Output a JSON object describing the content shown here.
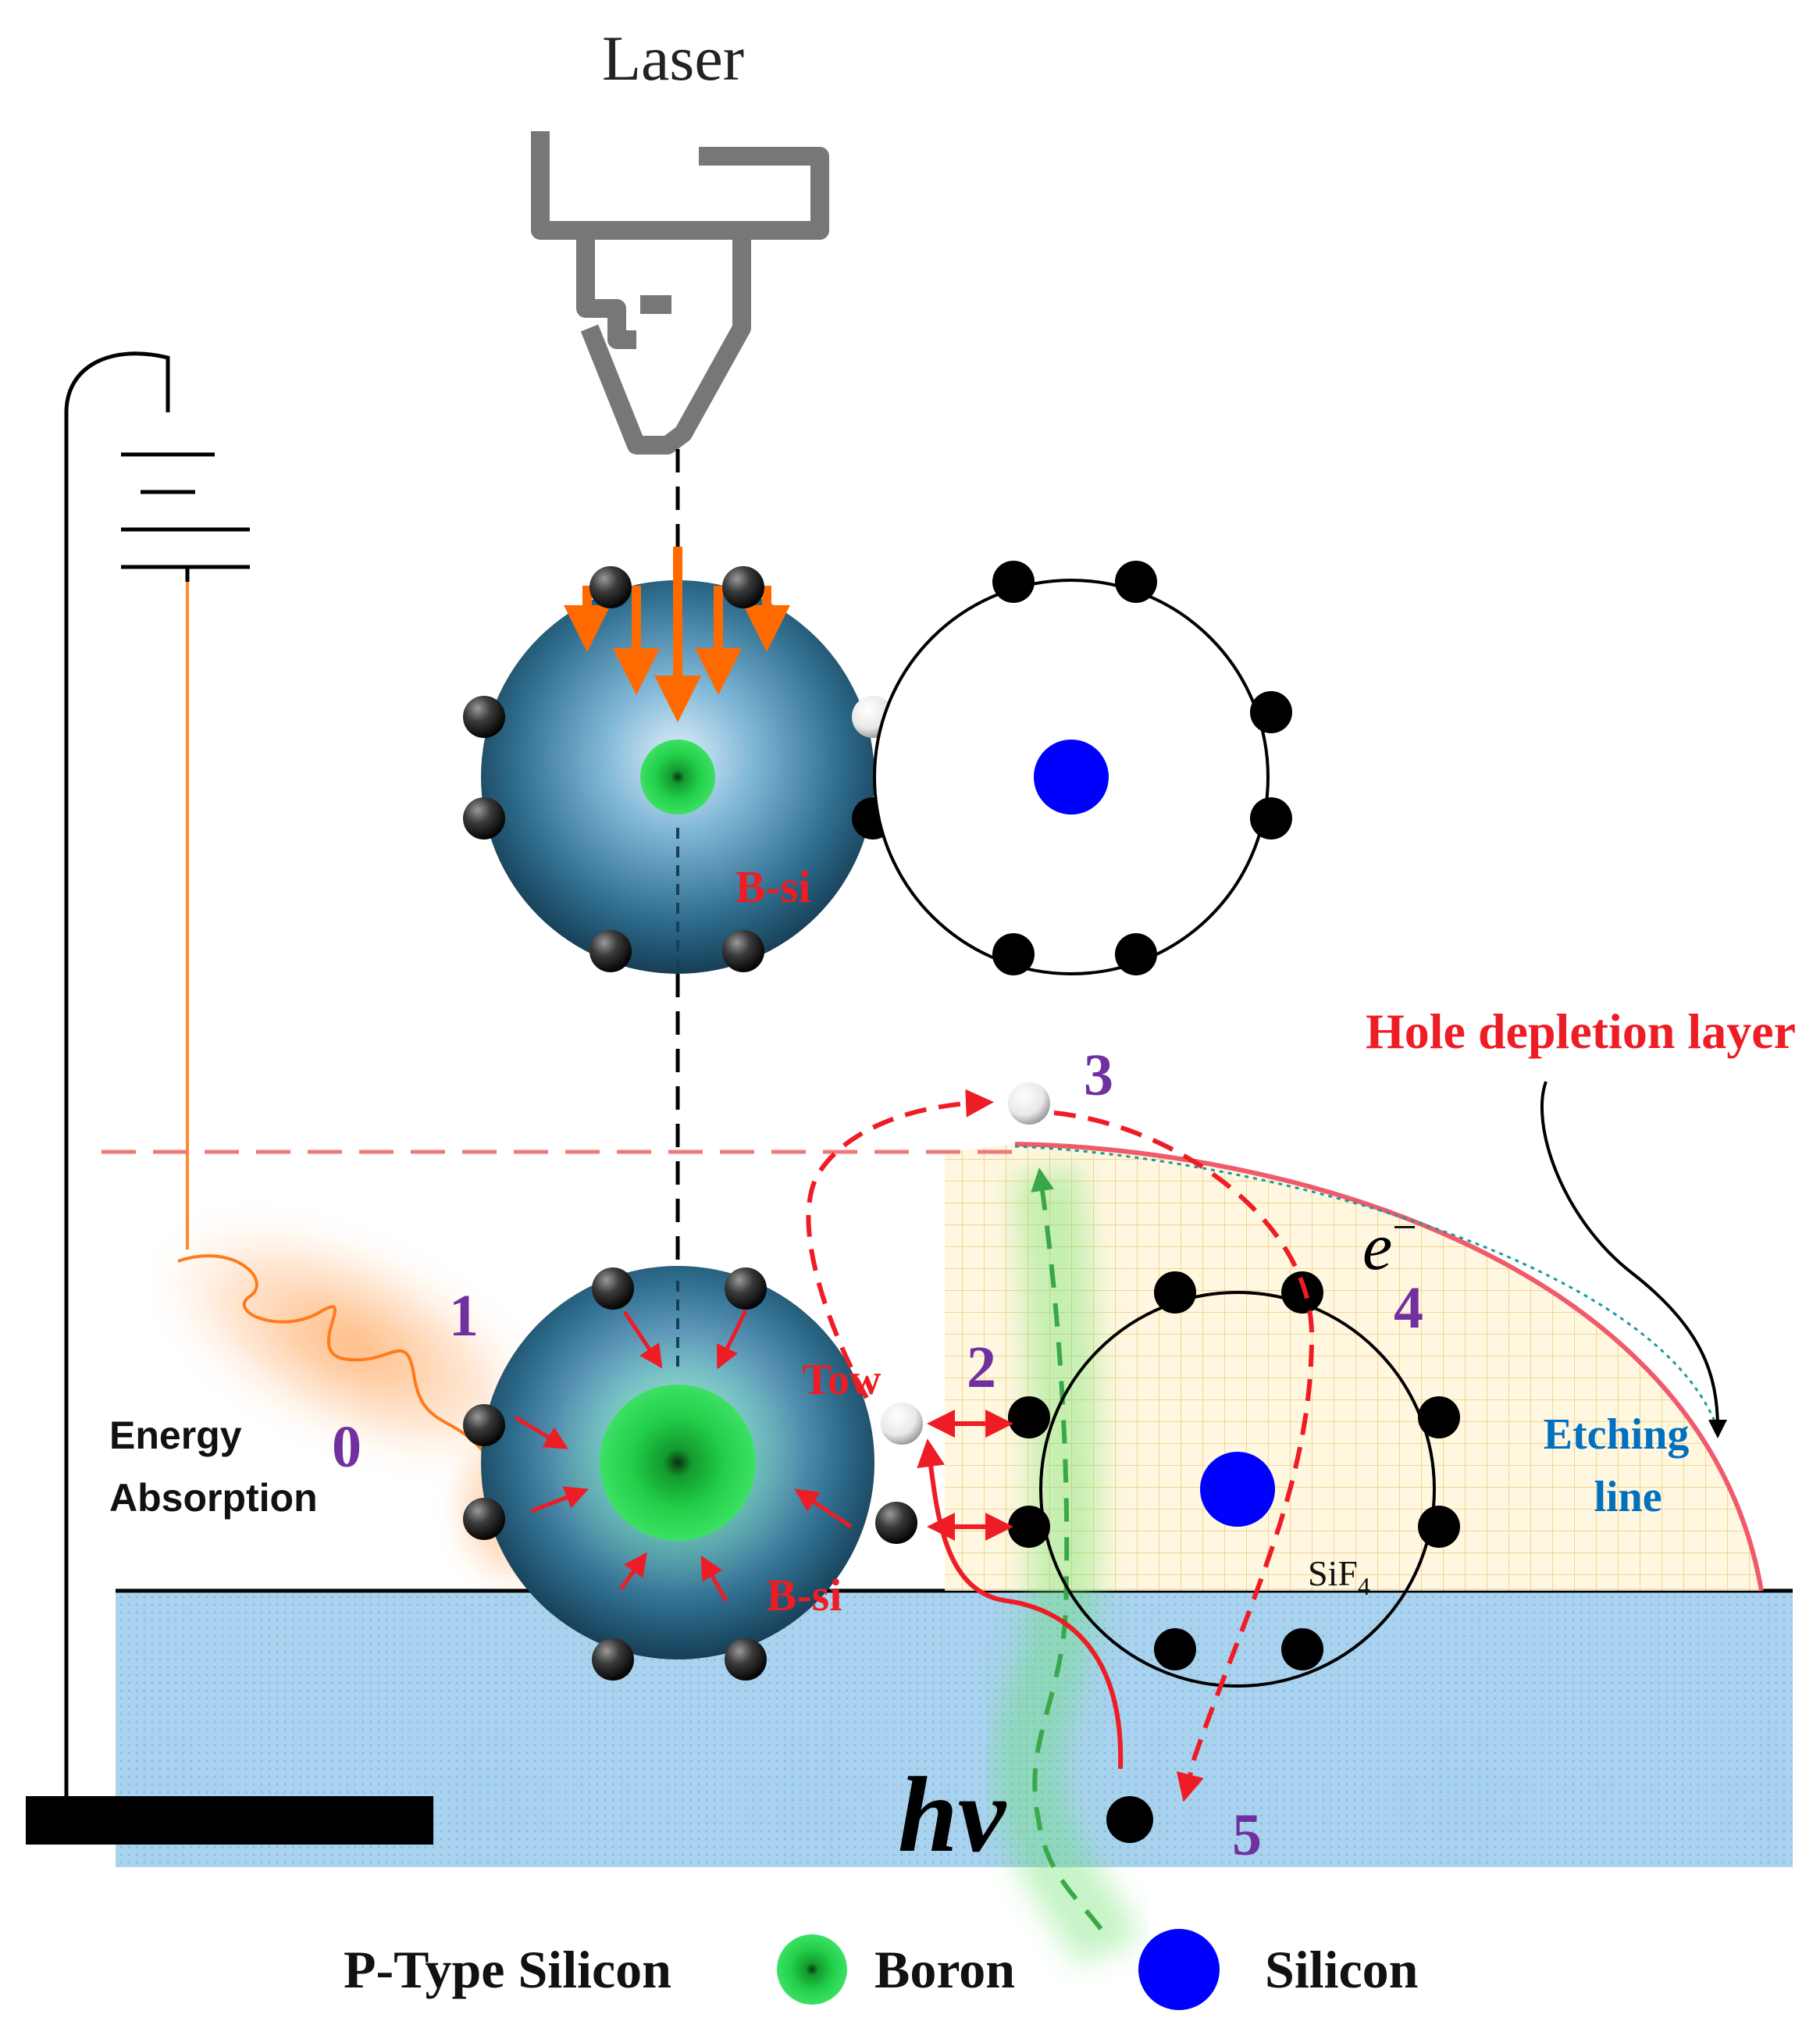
{
  "labels": {
    "laser": "Laser",
    "bsi_top": "B-si",
    "bsi_bottom": "B-si",
    "tow": "Tow",
    "hole_depletion": "Hole depletion layer",
    "electron_symbol": "e",
    "electron_sup": "−",
    "etching_line_1": "Etching",
    "etching_line_2": "line",
    "sif4_base": "SiF",
    "sif4_sub": "4",
    "energy_1": "Energy",
    "energy_2": "Absorption",
    "hv": "hv"
  },
  "steps": {
    "s0": "0",
    "s1": "1",
    "s2": "2",
    "s3": "3",
    "s4": "4",
    "s5": "5"
  },
  "legend": {
    "p_type": "P-Type Silicon",
    "boron": "Boron",
    "silicon": "Silicon"
  },
  "colors": {
    "red": "#ee1c25",
    "orange": "#ff6a00",
    "purple": "#7030a0",
    "etching_blue": "#0070c0",
    "silicon_blue": "#0000ff",
    "boron_green": "#22cc44",
    "substrate_blue": "#a9d2ee",
    "depletion_fill": "#fff3cf"
  }
}
